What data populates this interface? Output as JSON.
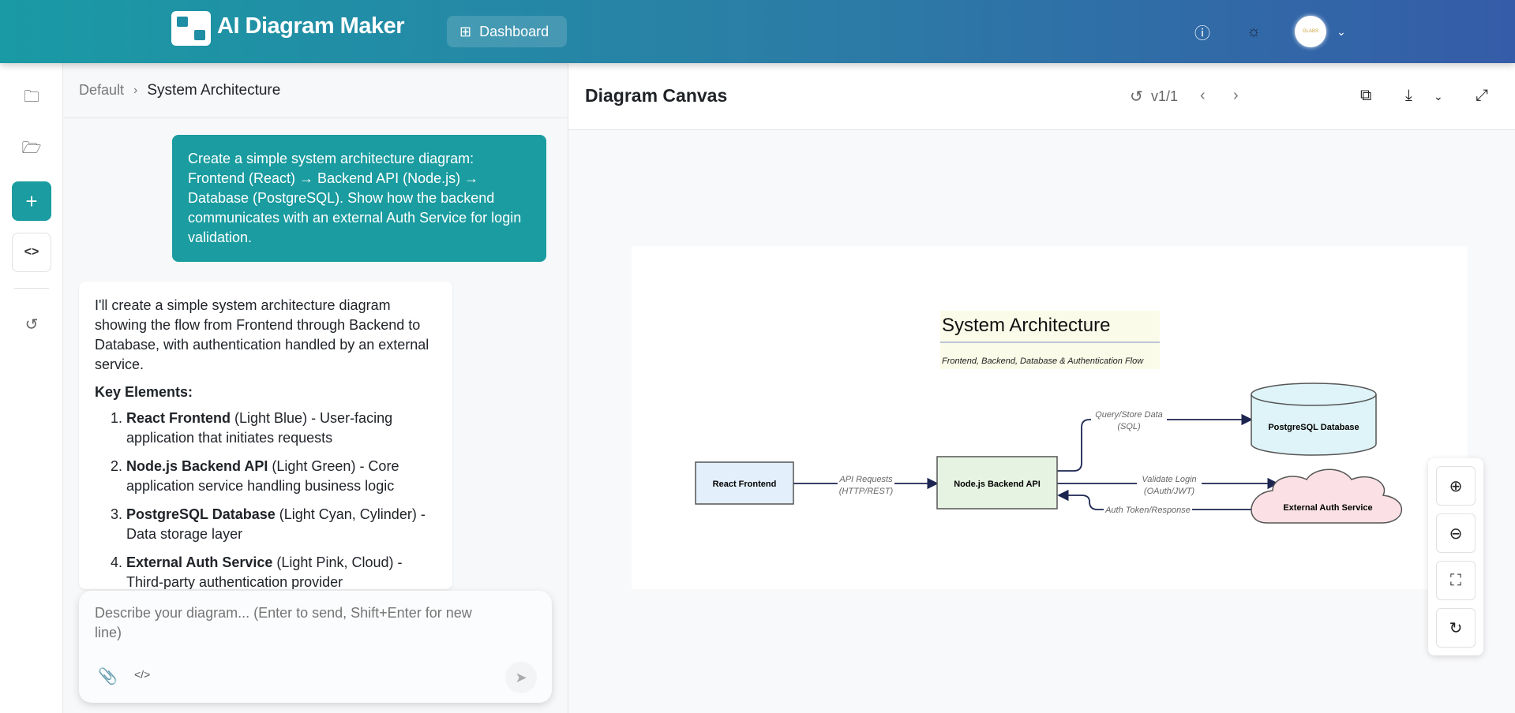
{
  "header": {
    "title": "AI Diagram Maker",
    "dashboard_label": "Dashboard",
    "avatar_text": "GLABS"
  },
  "breadcrumb": {
    "parent": "Default",
    "separator": "›",
    "current": "System Architecture"
  },
  "chat": {
    "user_message": "Create a simple system architecture diagram: Frontend (React) → Backend API (Node.js) → Database (PostgreSQL). Show how the backend communicates with an external Auth Service for login validation.",
    "assistant_intro": "I'll create a simple system architecture diagram showing the flow from Frontend through Backend to Database, with authentication handled by an external service.",
    "assistant_heading": "Key Elements:",
    "items": [
      {
        "bold": "React Frontend",
        "rest": " (Light Blue) - User-facing application that initiates requests"
      },
      {
        "bold": "Node.js Backend API",
        "rest": " (Light Green) - Core application service handling business logic"
      },
      {
        "bold": "PostgreSQL Database",
        "rest": " (Light Cyan, Cylinder) - Data storage layer"
      },
      {
        "bold": "External Auth Service",
        "rest": " (Light Pink, Cloud) - Third-party authentication provider"
      }
    ],
    "input_placeholder": "Describe your diagram... (Enter to send, Shift+Enter for new line)"
  },
  "canvas": {
    "title": "Diagram Canvas",
    "version": "v1/1"
  },
  "diagram": {
    "title": "System Architecture",
    "subtitle": "Frontend, Backend, Database & Authentication Flow",
    "nodes": {
      "frontend": "React Frontend",
      "backend": "Node.js Backend API",
      "database": "PostgreSQL Database",
      "auth": "External Auth Service"
    },
    "edges": {
      "api_1": "API Requests",
      "api_2": "(HTTP/REST)",
      "db_1": "Query/Store Data",
      "db_2": "(SQL)",
      "login_1": "Validate Login",
      "login_2": "(OAuth/JWT)",
      "token": "Auth Token/Response"
    },
    "colors": {
      "frontend": "#e3effb",
      "backend": "#e6f3e2",
      "database": "#dff4f8",
      "auth": "#fbe1e5",
      "arrow": "#1b2550"
    }
  },
  "colors": {
    "accent": "#1a9ca0",
    "header_start": "#1a9aa5",
    "header_end": "#355ca8"
  }
}
